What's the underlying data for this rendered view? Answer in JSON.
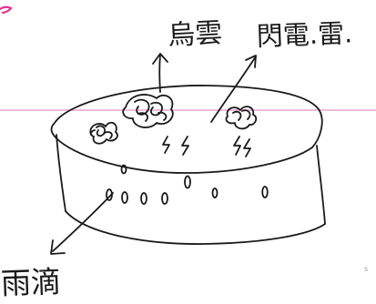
{
  "labels": {
    "wuyun": "烏雲",
    "shandian": "閃電.雷.",
    "yudi": "雨滴"
  },
  "page_mark": "s",
  "colors": {
    "ink": "#1a1a1a",
    "margin_line": "#e7a6d4",
    "corner_mark": "#e0338f",
    "paper": "#ffffff"
  }
}
